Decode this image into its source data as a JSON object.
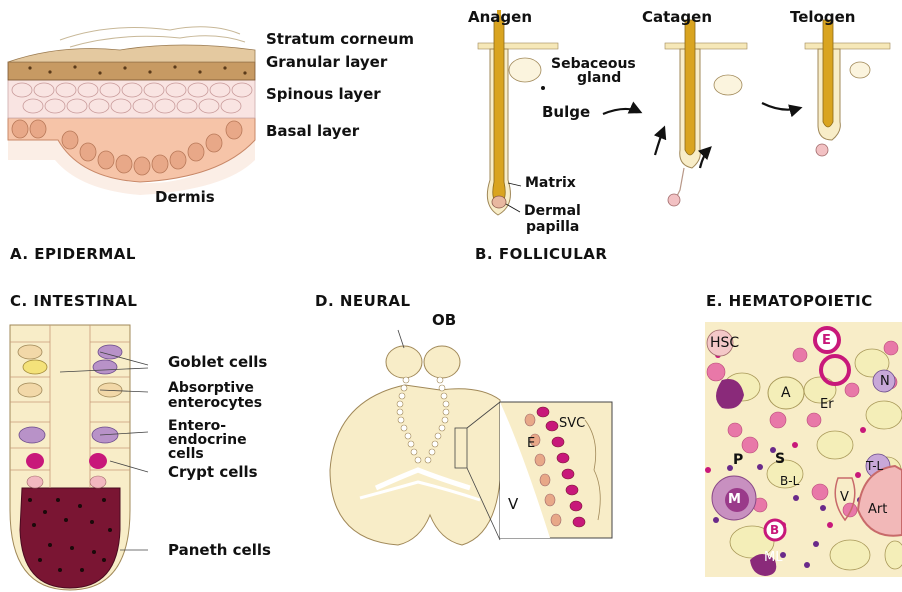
{
  "panels": {
    "A": {
      "title": "A. EPIDERMAL",
      "labels": {
        "stratum_corneum": "Stratum corneum",
        "granular_layer": "Granular layer",
        "spinous_layer": "Spinous layer",
        "basal_layer": "Basal layer",
        "dermis": "Dermis"
      }
    },
    "B": {
      "title": "B. FOLLICULAR",
      "stages": {
        "anagen": "Anagen",
        "catagen": "Catagen",
        "telogen": "Telogen"
      },
      "labels": {
        "sebaceous_gland_line1": "Sebaceous",
        "sebaceous_gland_line2": "gland",
        "bulge": "Bulge",
        "matrix": "Matrix",
        "dermal_papilla_line1": "Dermal",
        "dermal_papilla_line2": "papilla"
      }
    },
    "C": {
      "title": "C. INTESTINAL",
      "labels": {
        "goblet_cells": "Goblet cells",
        "absorptive_line1": "Absorptive",
        "absorptive_line2": "enterocytes",
        "entero_line1": "Entero-",
        "entero_line2": "endocrine",
        "entero_line3": "cells",
        "crypt_cells": "Crypt cells",
        "paneth_cells": "Paneth cells"
      }
    },
    "D": {
      "title": "D. NEURAL",
      "labels": {
        "ob": "OB",
        "v_main": "V",
        "svc": "SVC",
        "e": "E"
      }
    },
    "E": {
      "title": "E. HEMATOPOIETIC",
      "labels": {
        "hsc": "HSC",
        "e": "E",
        "n": "N",
        "a": "A",
        "er": "Er",
        "p": "P",
        "s": "S",
        "bl": "B-L",
        "tl": "T-L",
        "v": "V",
        "m": "M",
        "art": "Art",
        "b": "B",
        "ml": "ML"
      }
    }
  },
  "colors": {
    "cream": "#f8edc8",
    "tan": "#e9c48e",
    "pink": "#f2c1c3",
    "magenta": "#c8187a",
    "maroon": "#7a1533",
    "purple": "#b892c8",
    "hair": "#d9a420",
    "outline": "#8a6a4a"
  }
}
